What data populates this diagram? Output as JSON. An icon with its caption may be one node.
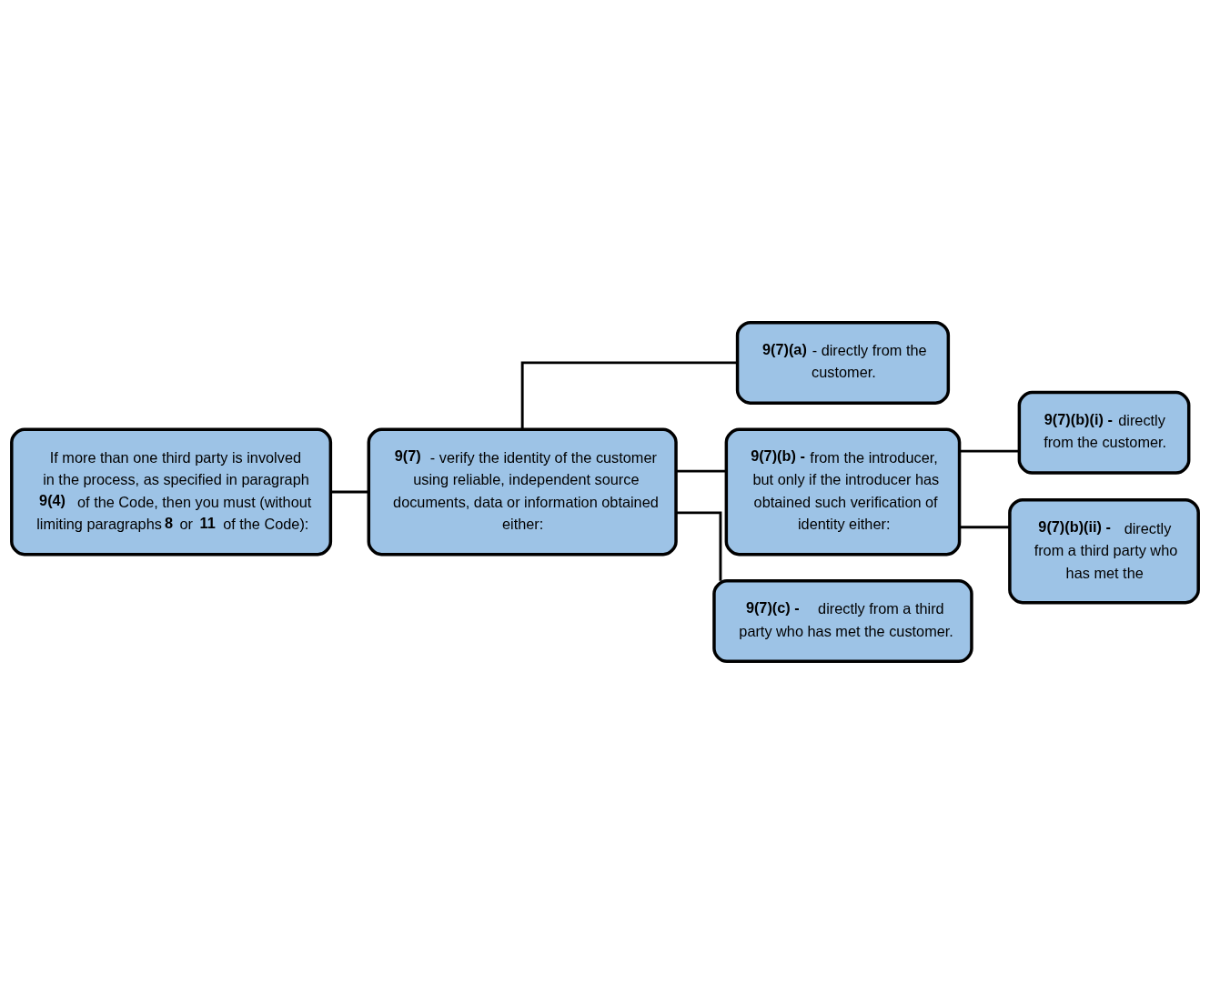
{
  "diagram": {
    "nodes": [
      {
        "text": [
          "If more than one third party is involved in the process, as specified in paragraph **9(4)** of the Code, then you must (without limiting paragraphs **8** or **11** of the Code):"
        ]
      },
      {
        "text": [
          "**9(7)** - verify the identity of the customer using reliable, independent source documents, data or information obtained either:"
        ]
      },
      {
        "text": [
          "**9(7)(a)** - directly from the customer."
        ]
      },
      {
        "text": [
          "**9(7)(b) -** from the introducer, but only if the introducer has obtained such verification of identity either:"
        ]
      },
      {
        "text": [
          "**9(7)(b)(i) -** directly from the customer."
        ]
      },
      {
        "text": [
          "**9(7)(b)(ii) -** directly from a third party who has met the"
        ]
      },
      {
        "text": [
          "**9(7)(c) -** directly from a third party who has met the customer."
        ]
      }
    ],
    "edges": [
      {
        "from": 0,
        "to": 1,
        "arrow": "none"
      },
      {
        "from": 1,
        "to": 2,
        "arrow": "none"
      },
      {
        "from": 1,
        "to": 3,
        "arrow": "none"
      },
      {
        "from": 1,
        "to": 6,
        "arrow": "none"
      },
      {
        "from": 3,
        "to": 4,
        "arrow": "none"
      },
      {
        "from": 3,
        "to": 5,
        "arrow": "none"
      }
    ]
  }
}
